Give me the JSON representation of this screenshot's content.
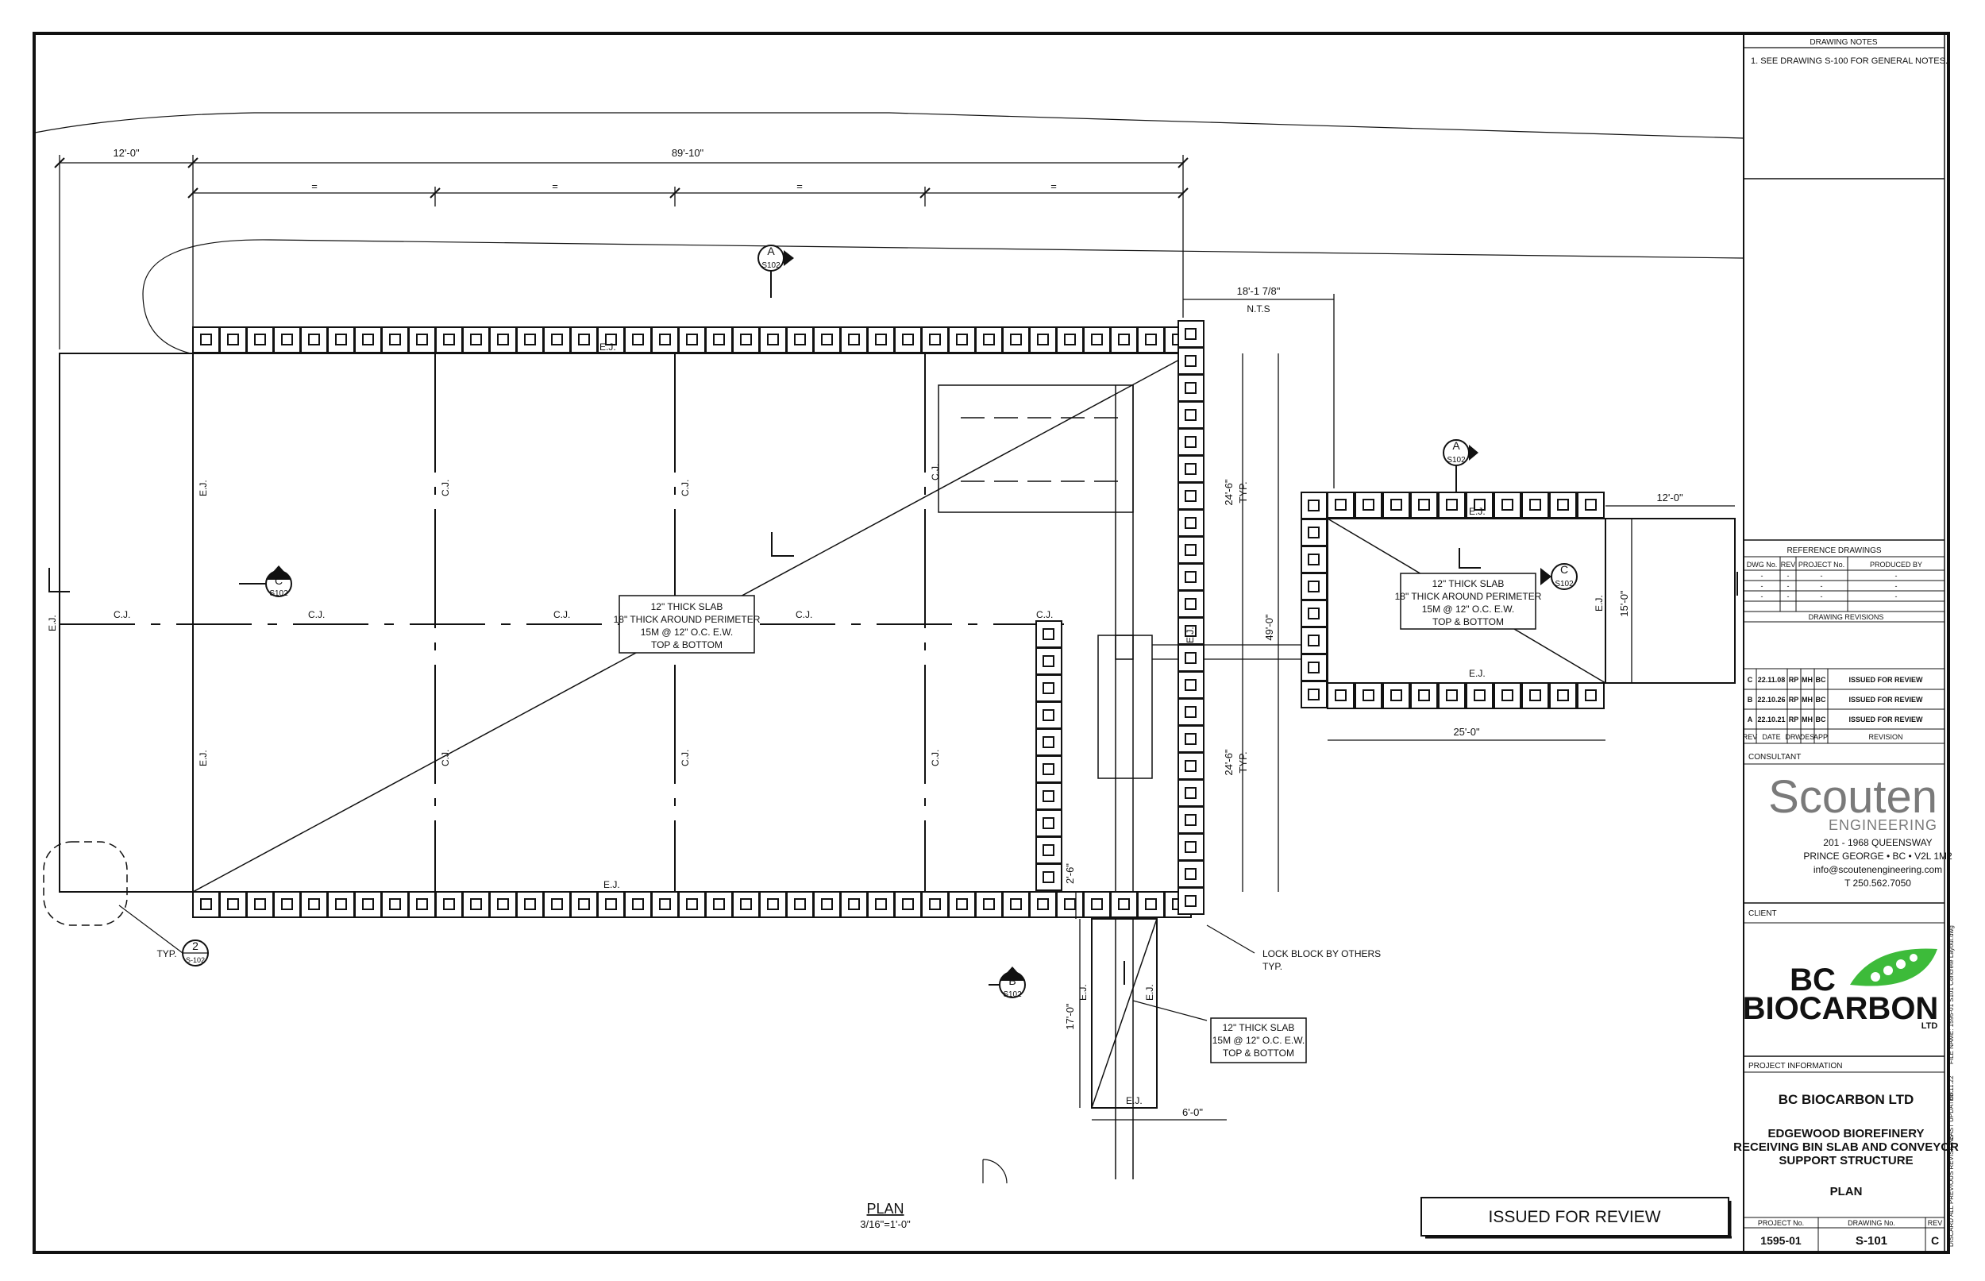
{
  "drawing_notes": {
    "heading": "DRAWING NOTES",
    "note_1": "1.  SEE DRAWING S-100 FOR GENERAL NOTES."
  },
  "reference_drawings": {
    "heading": "REFERENCE DRAWINGS",
    "columns": [
      "DWG No.",
      "REV",
      "PROJECT No.",
      "PRODUCED BY"
    ],
    "rows": [
      [
        "-",
        "-",
        "-",
        "-"
      ],
      [
        "-",
        "-",
        "-",
        "-"
      ],
      [
        "-",
        "-",
        "-",
        "-"
      ]
    ]
  },
  "drawing_revisions": {
    "heading": "DRAWING REVISIONS",
    "rows": [
      {
        "rev": "C",
        "date": "22.11.08",
        "drw": "RP",
        "des": "MH",
        "app": "BC",
        "revision": "ISSUED FOR REVIEW"
      },
      {
        "rev": "B",
        "date": "22.10.26",
        "drw": "RP",
        "des": "MH",
        "app": "BC",
        "revision": "ISSUED FOR REVIEW"
      },
      {
        "rev": "A",
        "date": "22.10.21",
        "drw": "RP",
        "des": "MH",
        "app": "BC",
        "revision": "ISSUED FOR REVIEW"
      }
    ],
    "columns": [
      "REV",
      "DATE",
      "DRW",
      "DES",
      "APP",
      "REVISION"
    ]
  },
  "consultant": {
    "heading": "CONSULTANT",
    "logo_main": "Scouten",
    "logo_sub": "ENGINEERING",
    "address_1": "201 - 1968 QUEENSWAY",
    "address_2": "PRINCE GEORGE • BC • V2L 1M2",
    "email": "info@scoutenengineering.com",
    "phone": "T  250.562.7050"
  },
  "client": {
    "heading": "CLIENT",
    "logo_line_1": "BC",
    "logo_line_2": "BIOCARBON",
    "logo_ltd": "LTD"
  },
  "project_information": {
    "heading": "PROJECT INFORMATION",
    "company": "BC BIOCARBON LTD",
    "title_1": "EDGEWOOD BIOREFINERY",
    "title_2": "RECEIVING BIN SLAB AND CONVEYOR",
    "title_3": "SUPPORT STRUCTURE",
    "sheet_title": "PLAN"
  },
  "title_block": {
    "project_no_label": "PROJECT No.",
    "drawing_no_label": "DRAWING No.",
    "rev_label": "REV",
    "project_no": "1595-01",
    "drawing_no": "S-101",
    "rev": "C"
  },
  "side_strip": {
    "filename": "FILE NAME: 1595-01 S101 Concrete Layout.dwg",
    "date": "08.11.22",
    "last_updated": "LAST UPDATED:",
    "discard": "DISCARD ALL PREVIOUS REVISIONS"
  },
  "stamp": "ISSUED FOR REVIEW",
  "plan_title": "PLAN",
  "plan_scale": "3/16\"=1'-0\"",
  "dimensions": {
    "top_left": "12'-0\"",
    "top_main": "89'-10\"",
    "equal": "=",
    "gap": "18'-1 7/8\"",
    "nts": "N.T.S",
    "right_upper": "24'-6\"",
    "right_lower": "24'-6\"",
    "typ": "TYP.",
    "overall_height": "49'-0\"",
    "right_slab_width": "12'-0\"",
    "right_slab_height": "15'-0\"",
    "small_slab_length": "25'-0\"",
    "conv_gap": "2'-6\"",
    "conv_length": "17'-0\"",
    "conv_width": "6'-0\""
  },
  "joints": {
    "ej": "E.J.",
    "cj": "C.J."
  },
  "notes": {
    "main_slab_1": "12\" THICK SLAB",
    "main_slab_2": "18\" THICK AROUND PERIMETER",
    "main_slab_3": "15M @ 12\" O.C. E.W.",
    "main_slab_4": "TOP & BOTTOM",
    "conv_slab_1": "12\" THICK SLAB",
    "conv_slab_2": "15M @ 12\" O.C. E.W.",
    "conv_slab_3": "TOP & BOTTOM",
    "lock_block_1": "LOCK BLOCK BY OTHERS",
    "lock_block_2": "TYP.",
    "typ": "TYP."
  },
  "section_markers": {
    "a_letter": "A",
    "b_letter": "B",
    "c_letter": "C",
    "sheet": "S102",
    "detail_no": "2",
    "detail_sheet": "S-102"
  }
}
